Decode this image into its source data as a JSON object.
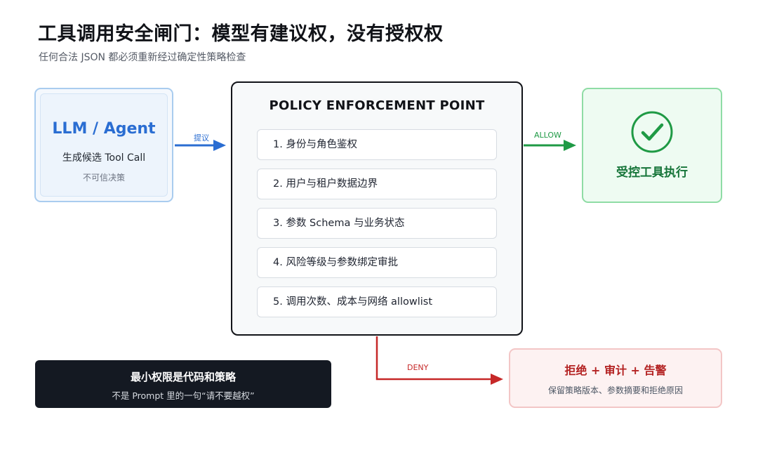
{
  "header": {
    "title": "工具调用安全闸门：模型有建议权，没有授权权",
    "subtitle": "任何合法 JSON 都必须重新经过确定性策略检查"
  },
  "llm": {
    "title": "LLM / Agent",
    "subtitle": "生成候选 Tool Call",
    "note": "不可信决策"
  },
  "edges": {
    "propose": "提议",
    "allow": "ALLOW",
    "deny": "DENY"
  },
  "pep": {
    "title": "POLICY ENFORCEMENT POINT",
    "steps": [
      "1. 身份与角色鉴权",
      "2. 用户与租户数据边界",
      "3. 参数 Schema 与业务状态",
      "4. 风险等级与参数绑定审批",
      "5. 调用次数、成本与网络 allowlist"
    ]
  },
  "allowed": {
    "label": "受控工具执行",
    "icon": "check-circle-icon"
  },
  "denied": {
    "title": "拒绝 + 审计 + 告警",
    "subtitle": "保留策略版本、参数摘要和拒绝原因"
  },
  "principle": {
    "title": "最小权限是代码和策略",
    "subtitle": "不是 Prompt 里的一句“请不要越权”"
  },
  "colors": {
    "blue": "#2a6dd2",
    "green": "#1f9a45",
    "red": "#c62828",
    "dark": "#141922"
  }
}
